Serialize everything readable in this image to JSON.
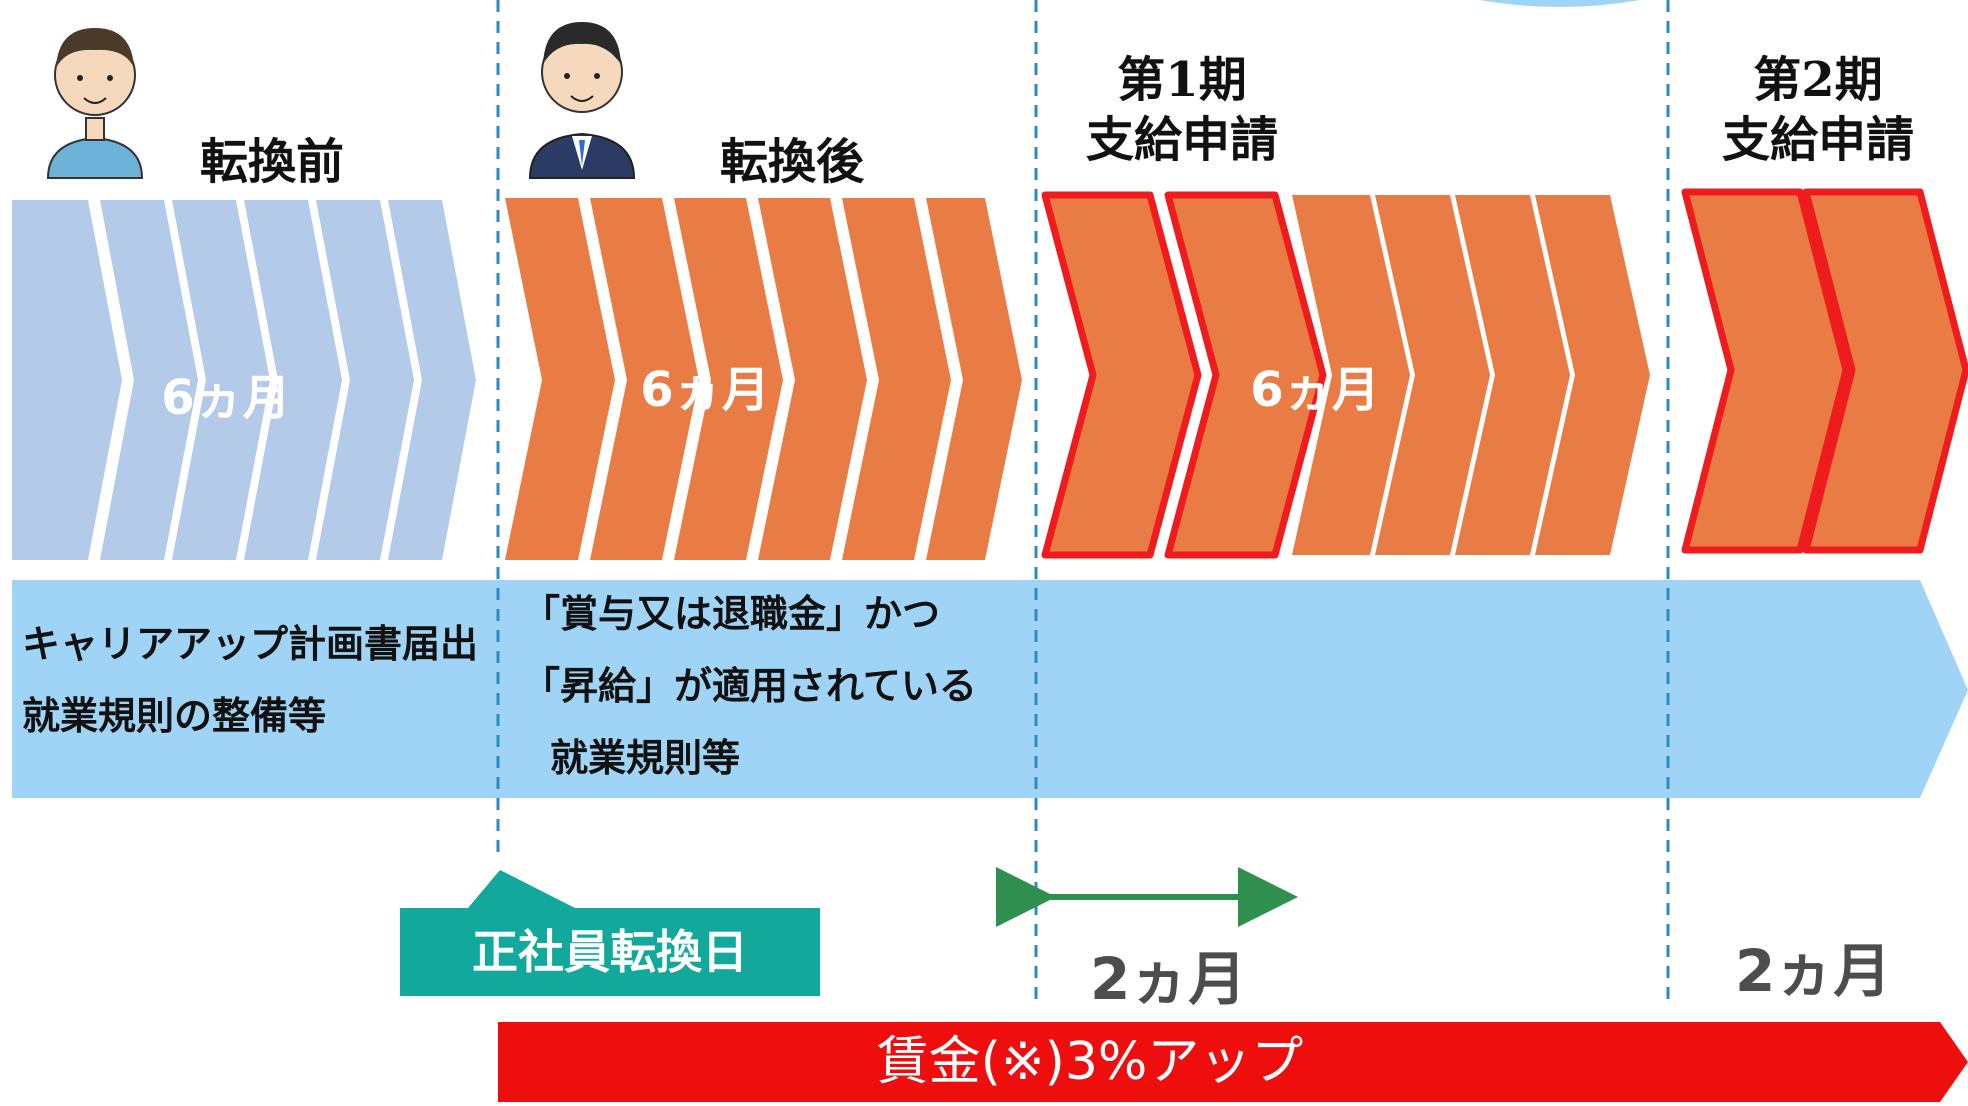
{
  "phases": {
    "before": "転換前",
    "after": "転換後",
    "period1": {
      "line1": "第1期",
      "line2": "支給申請"
    },
    "period2": {
      "line1": "第2期",
      "line2": "支給申請"
    }
  },
  "durations": {
    "before": "6ヵ月",
    "after": "6ヵ月",
    "period1": "6ヵ月"
  },
  "band": {
    "left": {
      "line1": "キャリアアップ計画書届出",
      "line2": "就業規則の整備等"
    },
    "middle": {
      "line1": "「賞与又は退職金」かつ",
      "line2": "「昇給」が適用されている",
      "line3": "就業規則等"
    }
  },
  "conversion_day": "正社員転換日",
  "intervals": {
    "first": "2ヵ月",
    "second": "2ヵ月"
  },
  "wage_increase": "賃金(※)3%アップ",
  "colors": {
    "before_arrows": "#b4cae9",
    "after_arrows": "#e97c45",
    "highlight_border": "#ee1c1c",
    "band": "#9fd4f6",
    "badge": "#12a89b",
    "wage_bar": "#ee0e0e",
    "interval_arrow": "#2f8f4e",
    "divider": "#2a8ac4"
  }
}
